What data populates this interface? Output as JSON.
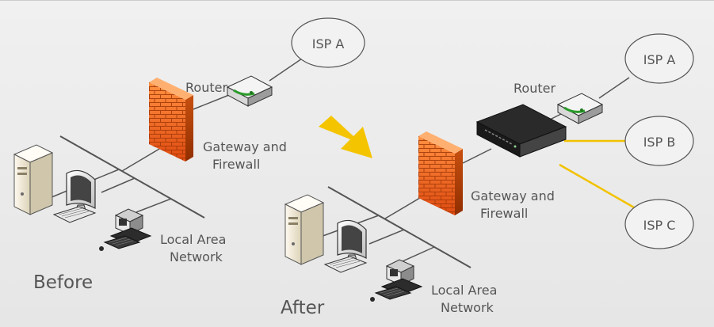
{
  "labels": {
    "before": "Before",
    "after": "After",
    "router": "Router",
    "gateway_line1": "Gateway and",
    "gateway_line2": "Firewall",
    "lan_line1": "Local Area",
    "lan_line2": "Network",
    "isp_a": "ISP A",
    "isp_b": "ISP B",
    "isp_c": "ISP C"
  },
  "colors": {
    "background": "#ececec",
    "line": "#555555",
    "link_highlight": "#f2c200",
    "firewall": "#f07020",
    "arrow": "#f5c400"
  }
}
